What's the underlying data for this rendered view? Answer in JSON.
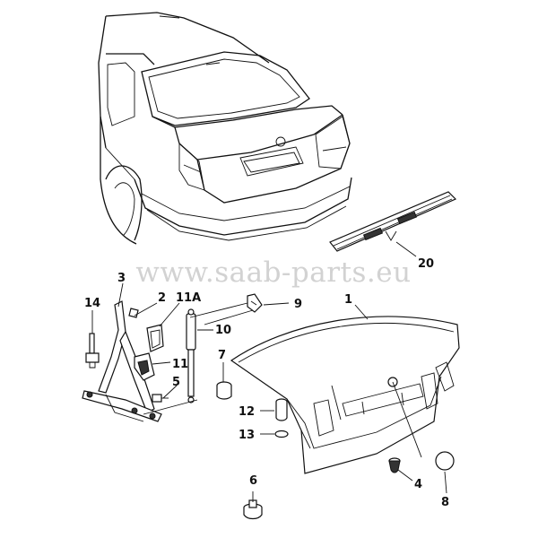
{
  "watermark": "www.saab-parts.eu",
  "callouts": {
    "c1": "1",
    "c2": "2",
    "c3": "3",
    "c4": "4",
    "c5": "5",
    "c6": "6",
    "c7": "7",
    "c8": "8",
    "c9": "9",
    "c10": "10",
    "c11": "11",
    "c11a": "11A",
    "c12": "12",
    "c13": "13",
    "c14": "14",
    "c20": "20"
  }
}
